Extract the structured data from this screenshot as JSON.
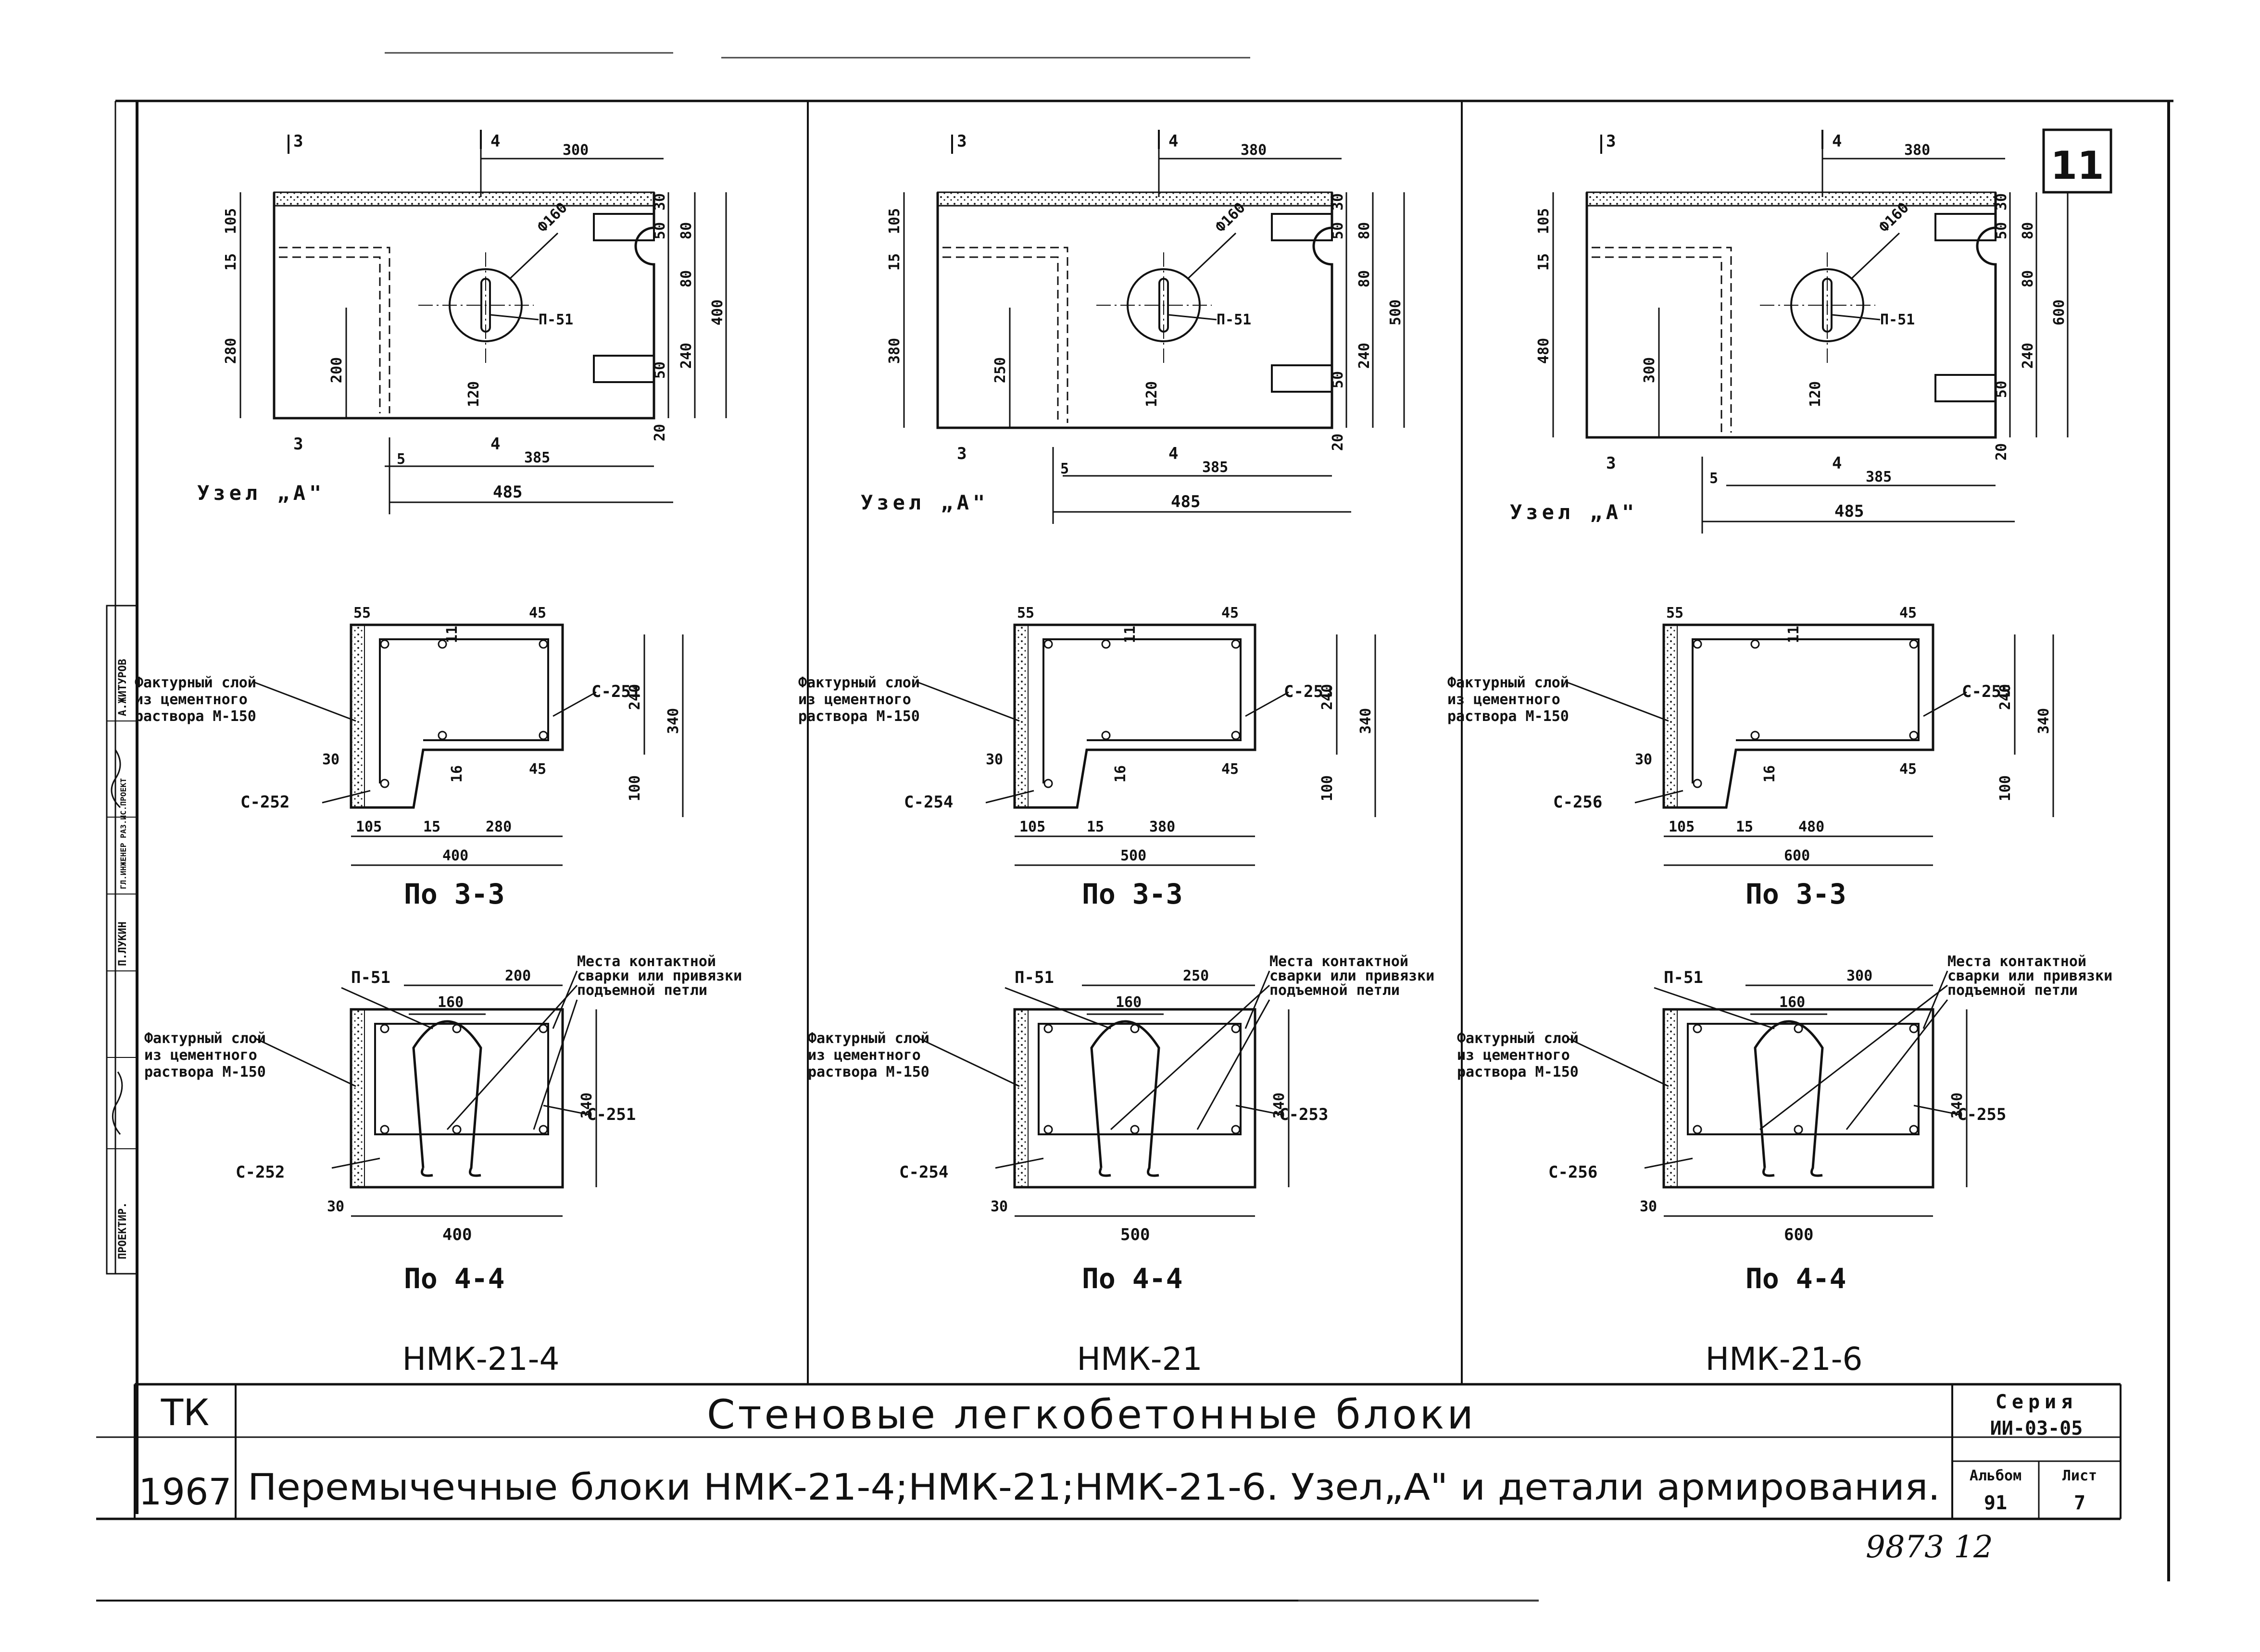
{
  "sheet": {
    "sheet_number": "11",
    "archive_number": "9873 12",
    "side_stamp": [
      "ПРОЕКТИР.",
      "П.ЛУКИН",
      "ГЛ.ИНЖЕНЕР РАЗ.ИС.ПРОЕКТ",
      "А.ЖИТУРОВ"
    ]
  },
  "title_block": {
    "org": "ТК",
    "year": "1967",
    "title": "Стеновые легкобетонные блоки",
    "subtitle": "Перемычечные блоки НМК-21-4;НМК-21;НМК-21-6. Узел„А\" и детали армирования.",
    "series_label": "Серия",
    "series_value": "ИИ-03-05",
    "album_label": "Альбом",
    "album_value": "91",
    "sheet_label": "Лист",
    "sheet_value": "7"
  },
  "panels": [
    {
      "mark": "НМК-21-4",
      "node_label": "Узел „А\"",
      "cut_3": "3",
      "cut_4": "4",
      "elev_dims": {
        "top": "300",
        "d105": "105",
        "d15": "15",
        "d280": "280",
        "d200": "200",
        "d120": "120",
        "dia": "Ф160",
        "bar": "П-51",
        "r30": "30",
        "r50": "50",
        "r80": "80",
        "r240": "240",
        "r400": "400",
        "b5": "5",
        "b385": "385",
        "b485": "485",
        "r20": "20"
      },
      "sec33": {
        "title": "По 3-3",
        "d55": "55",
        "d45": "45",
        "d11": "11",
        "d16": "16",
        "d30": "30",
        "d45b": "45",
        "h240": "240",
        "h340": "340",
        "h100": "100",
        "b105": "105",
        "b15": "15",
        "b280": "280",
        "b400": "400",
        "bar_top": "С-251",
        "bar_bot": "С-252",
        "layer": "Фактурный слой из цементного раствора М-150"
      },
      "sec44": {
        "title": "По 4-4",
        "d200": "200",
        "d160": "160",
        "bar_p": "П-51",
        "h340": "340",
        "d30": "30",
        "b400": "400",
        "bar_r": "С-251",
        "bar_l": "С-252",
        "layer": "Фактурный слой из цементного раствора М-150",
        "weld": "Места контактной сварки или привязки подъемной петли"
      }
    },
    {
      "mark": "НМК-21",
      "node_label": "Узел „А\"",
      "cut_3": "3",
      "cut_4": "4",
      "elev_dims": {
        "top": "380",
        "d105": "105",
        "d15": "15",
        "d280": "380",
        "d200": "250",
        "d120": "120",
        "dia": "Ф160",
        "bar": "П-51",
        "r30": "30",
        "r50": "50",
        "r80": "80",
        "r240": "240",
        "r400": "500",
        "b5": "5",
        "b385": "385",
        "b485": "485",
        "r20": "20"
      },
      "sec33": {
        "title": "По 3-3",
        "d55": "55",
        "d45": "45",
        "d11": "11",
        "d16": "16",
        "d30": "30",
        "d45b": "45",
        "h240": "240",
        "h340": "340",
        "h100": "100",
        "b105": "105",
        "b15": "15",
        "b280": "380",
        "b400": "500",
        "bar_top": "С-253",
        "bar_bot": "С-254",
        "layer": "Фактурный слой из цементного раствора М-150"
      },
      "sec44": {
        "title": "По 4-4",
        "d200": "250",
        "d160": "160",
        "bar_p": "П-51",
        "h340": "340",
        "d30": "30",
        "b400": "500",
        "bar_r": "С-253",
        "bar_l": "С-254",
        "layer": "Фактурный слой из цементного раствора М-150",
        "weld": "Места контактной сварки или привязки подъемной петли"
      }
    },
    {
      "mark": "НМК-21-6",
      "node_label": "Узел „А\"",
      "cut_3": "3",
      "cut_4": "4",
      "elev_dims": {
        "top": "380",
        "d105": "105",
        "d15": "15",
        "d280": "480",
        "d200": "300",
        "d120": "120",
        "dia": "Ф160",
        "bar": "П-51",
        "r30": "30",
        "r50": "50",
        "r80": "80",
        "r240": "240",
        "r400": "600",
        "b5": "5",
        "b385": "385",
        "b485": "485",
        "r20": "20"
      },
      "sec33": {
        "title": "По 3-3",
        "d55": "55",
        "d45": "45",
        "d11": "11",
        "d16": "16",
        "d30": "30",
        "d45b": "45",
        "h240": "240",
        "h340": "340",
        "h100": "100",
        "b105": "105",
        "b15": "15",
        "b280": "480",
        "b400": "600",
        "bar_top": "С-255",
        "bar_bot": "С-256",
        "layer": "Фактурный слой из цементного раствора М-150"
      },
      "sec44": {
        "title": "По 4-4",
        "d200": "300",
        "d160": "160",
        "bar_p": "П-51",
        "h340": "340",
        "d30": "30",
        "b400": "600",
        "bar_r": "С-255",
        "bar_l": "С-256",
        "layer": "Фактурный слой из цементного раствора М-150",
        "weld": "Места контактной сварки или привязки подъемной петли"
      }
    }
  ]
}
